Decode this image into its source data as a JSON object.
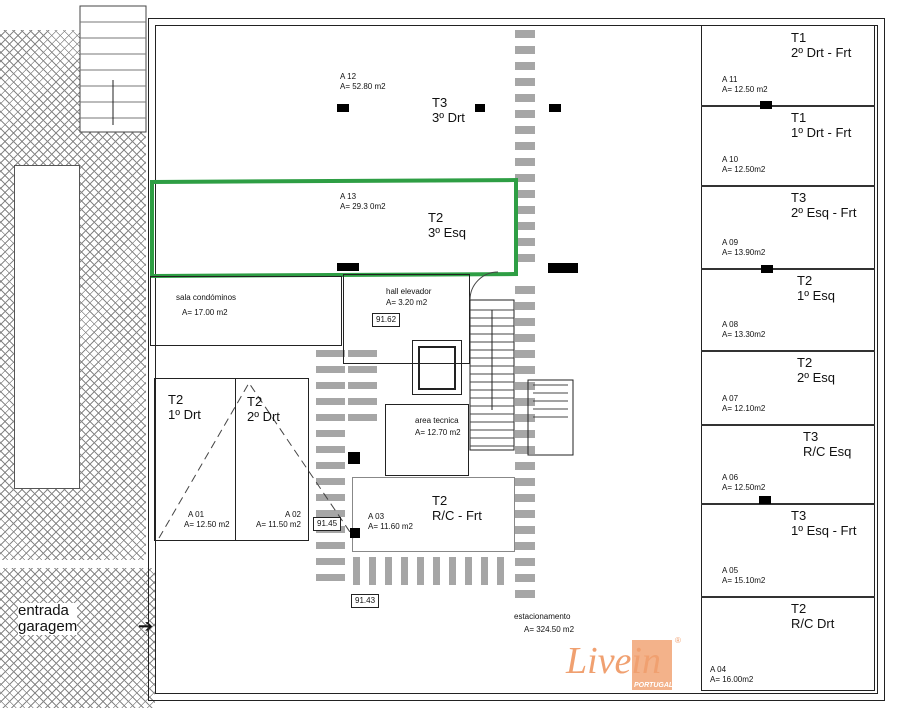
{
  "plan": {
    "accent_color": "#2e9e44",
    "units": [
      {
        "id": "A 12",
        "area": "A= 52.80 m2",
        "type": "T3",
        "floor": "3º Drt"
      },
      {
        "id": "A 13",
        "area": "A= 29.3 0m2",
        "type": "T2",
        "floor": "3º Esq",
        "highlighted": true
      },
      {
        "id": "A 11",
        "area": "A= 12.50 m2",
        "type": "T1",
        "floor": "2º Drt - Frt"
      },
      {
        "id": "A 10",
        "area": "A= 12.50m2",
        "type": "T1",
        "floor": "1º Drt - Frt"
      },
      {
        "id": "A 09",
        "area": "A= 13.90m2",
        "type": "T3",
        "floor": "2º Esq - Frt"
      },
      {
        "id": "A 08",
        "area": "A= 13.30m2",
        "type": "T2",
        "floor": "1º Esq"
      },
      {
        "id": "A 07",
        "area": "A= 12.10m2",
        "type": "T2",
        "floor": "2º Esq"
      },
      {
        "id": "A 06",
        "area": "A= 12.50m2",
        "type": "T3",
        "floor": "R/C Esq"
      },
      {
        "id": "A 05",
        "area": "A= 15.10m2",
        "type": "T3",
        "floor": "1º Esq - Frt"
      },
      {
        "id": "A 04",
        "area": "A= 16.00m2",
        "type": "T2",
        "floor": "R/C Drt"
      },
      {
        "id": "A 01",
        "area": "A= 12.50 m2",
        "type": "T2",
        "floor": "1º Drt"
      },
      {
        "id": "A 02",
        "area": "A= 11.50 m2",
        "type": "T2",
        "floor": "2º Drt"
      },
      {
        "id": "A 03",
        "area": "A= 11.60 m2",
        "type": "T2",
        "floor": "R/C - Frt"
      }
    ],
    "common": {
      "sala": {
        "name": "sala condóminos",
        "area": "A= 17.00 m2"
      },
      "hall": {
        "name": "hall elevador",
        "area": "A= 3.20 m2"
      },
      "tecnica": {
        "name": "area tecnica",
        "area": "A= 12.70 m2"
      },
      "estacionamento": {
        "name": "estacionamento",
        "area": "A= 324.50 m2"
      }
    },
    "levels": [
      "91.62",
      "91.45",
      "91.43"
    ],
    "entrance": {
      "line1": "entrada",
      "line2": "garagem"
    }
  },
  "logo": {
    "text": "Livein",
    "sub": "PORTUGAL",
    "color": "#f0a070"
  }
}
